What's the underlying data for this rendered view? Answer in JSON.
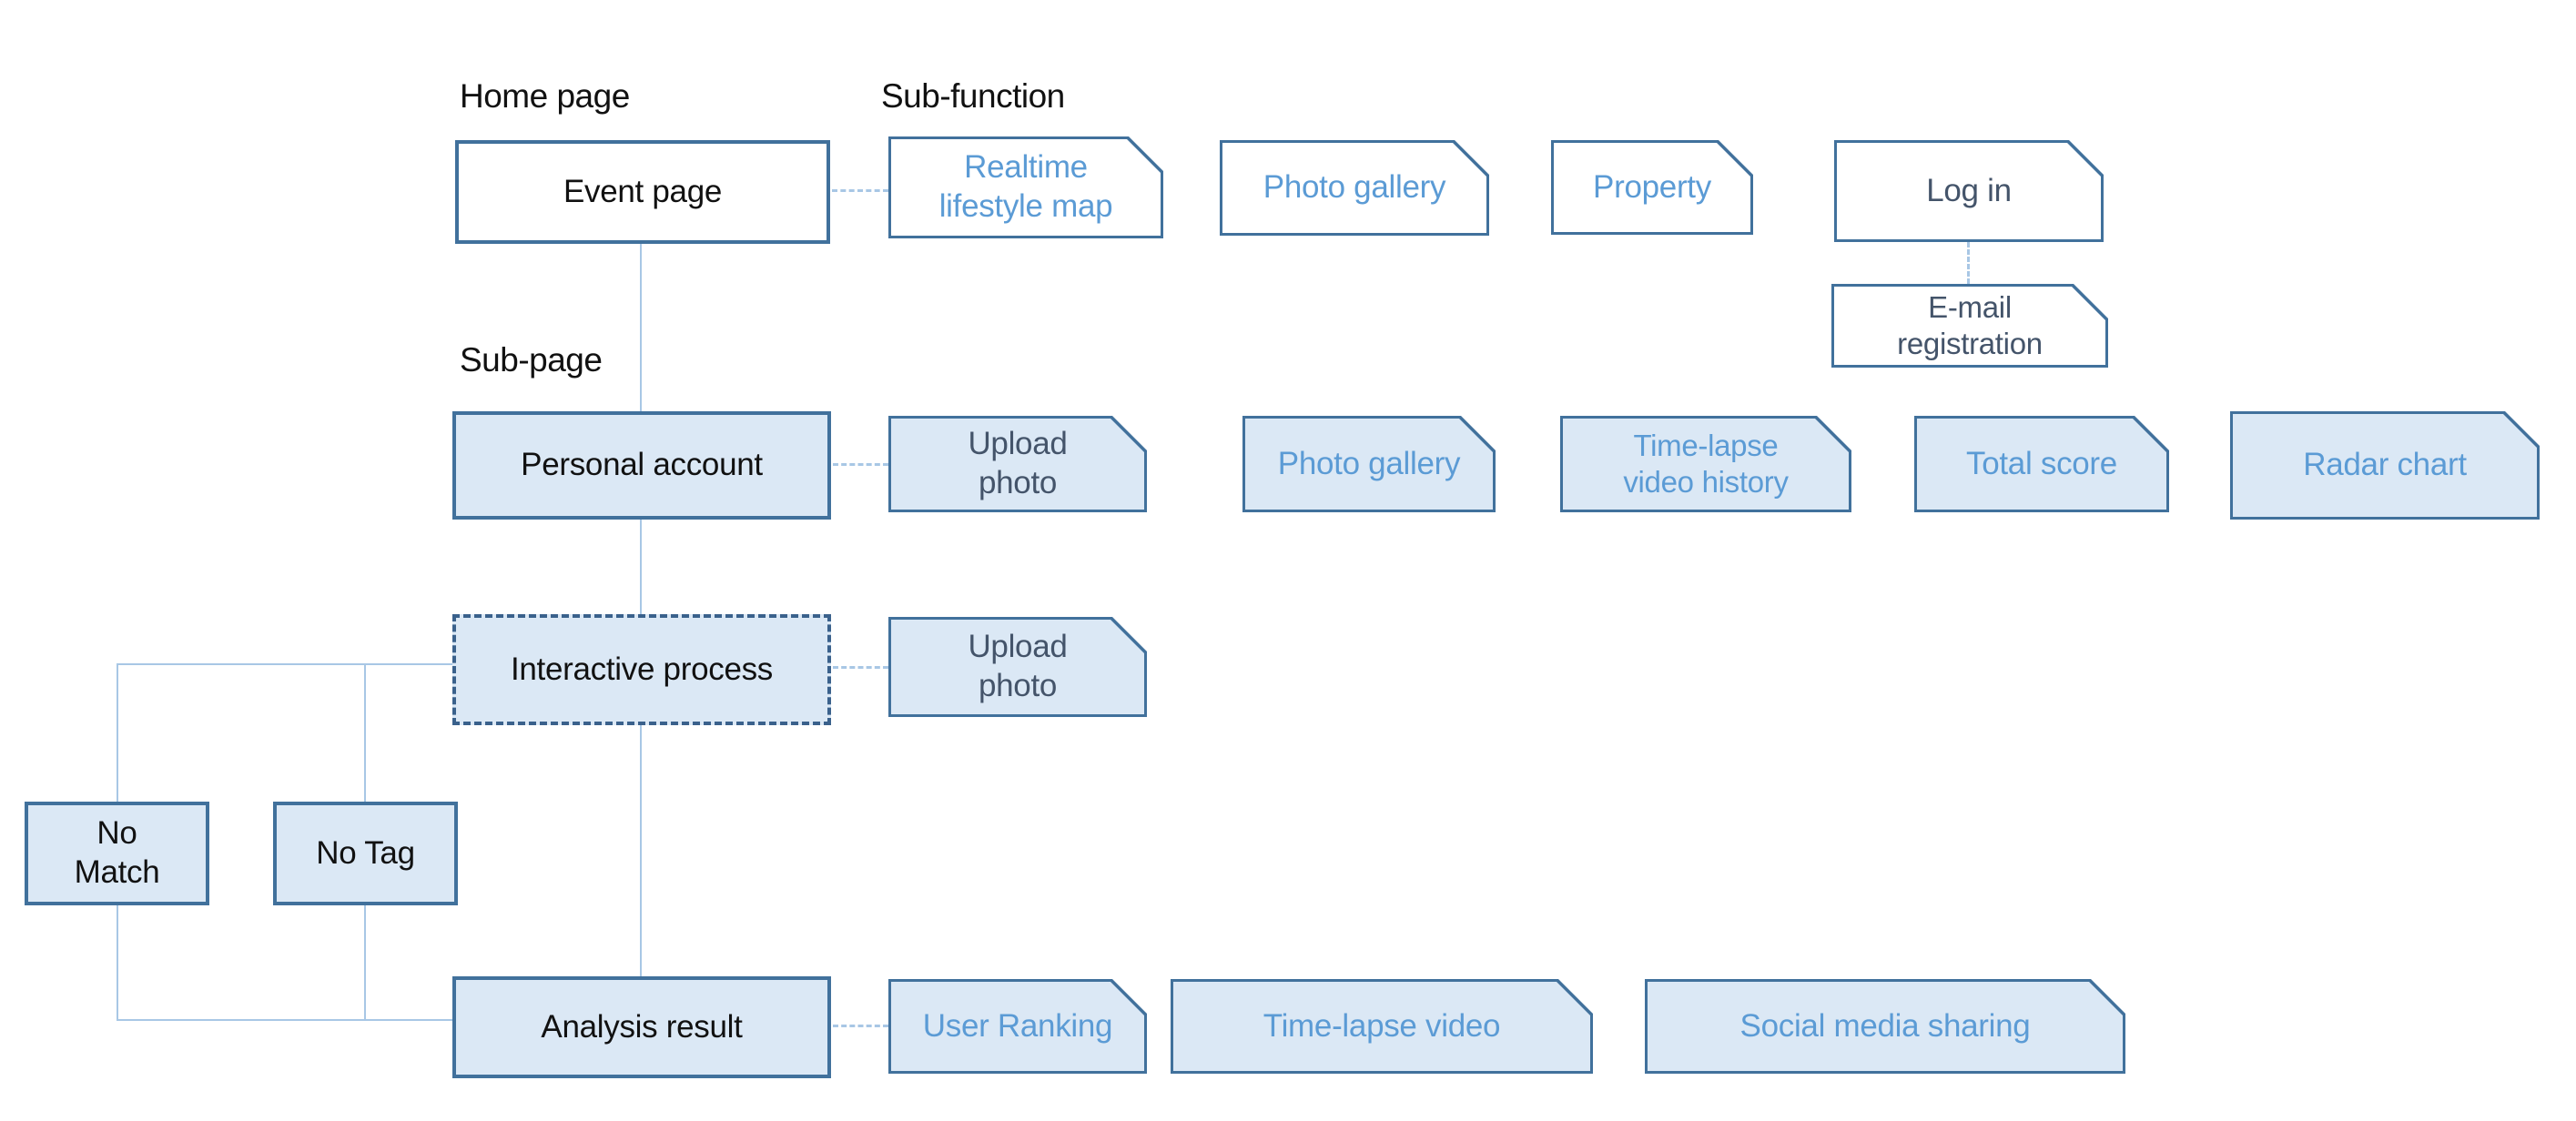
{
  "labels": {
    "home_page": "Home page",
    "sub_function": "Sub-function",
    "sub_page": "Sub-page"
  },
  "nodes": {
    "event_page": "Event page",
    "realtime_lifestyle_map": "Realtime\nlifestyle map",
    "photo_gallery_top": "Photo gallery",
    "property": "Property",
    "log_in": "Log in",
    "email_registration": "E-mail\nregistration",
    "personal_account": "Personal account",
    "upload_photo_1": "Upload\nphoto",
    "photo_gallery_sub": "Photo gallery",
    "timelapse_video_history": "Time-lapse\nvideo  history",
    "total_score": "Total score",
    "radar_chart": "Radar chart",
    "interactive_process": "Interactive process",
    "upload_photo_2": "Upload\nphoto",
    "no_match": "No\nMatch",
    "no_tag": "No Tag",
    "analysis_result": "Analysis result",
    "user_ranking": "User Ranking",
    "timelapse_video": "Time-lapse video",
    "social_media_sharing": "Social media sharing"
  },
  "colors": {
    "border": "#41719C",
    "border_dark": "#3A618C",
    "fill_light": "#DBE8F5",
    "text_blue": "#5B9BD5",
    "text_dark": "#44546A",
    "connector": "#A8C7E5",
    "black": "#111111"
  }
}
